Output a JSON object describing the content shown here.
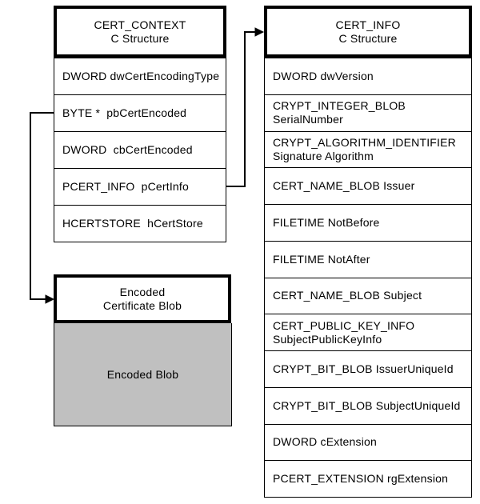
{
  "cert_context": {
    "title": [
      "CERT_CONTEXT",
      "C Structure"
    ],
    "fields": [
      "DWORD dwCertEncodingType",
      "BYTE *  pbCertEncoded",
      "DWORD  cbCertEncoded",
      "PCERT_INFO  pCertInfo",
      "HCERTSTORE  hCertStore"
    ]
  },
  "cert_info": {
    "title": [
      "CERT_INFO",
      "C Structure"
    ],
    "fields": [
      [
        "DWORD dwVersion",
        ""
      ],
      [
        "CRYPT_INTEGER_BLOB",
        "SerialNumber"
      ],
      [
        "CRYPT_ALGORITHM_IDENTIFIER",
        "Signature Algorithm"
      ],
      [
        "CERT_NAME_BLOB Issuer",
        ""
      ],
      [
        "FILETIME NotBefore",
        ""
      ],
      [
        "FILETIME NotAfter",
        ""
      ],
      [
        "CERT_NAME_BLOB Subject",
        ""
      ],
      [
        "CERT_PUBLIC_KEY_INFO",
        "SubjectPublicKeyInfo"
      ],
      [
        "CRYPT_BIT_BLOB IssuerUniqueId",
        ""
      ],
      [
        "CRYPT_BIT_BLOB SubjectUniqueId",
        ""
      ],
      [
        "DWORD cExtension",
        ""
      ],
      [
        "PCERT_EXTENSION rgExtension",
        ""
      ]
    ]
  },
  "encoded_blob": {
    "title": [
      "Encoded",
      "Certificate Blob"
    ],
    "body": "Encoded Blob"
  },
  "connectors": [
    {
      "from": "CERT_CONTEXT.pbCertEncoded",
      "to": "Encoded Certificate Blob"
    },
    {
      "from": "CERT_CONTEXT.pCertInfo",
      "to": "CERT_INFO"
    }
  ],
  "colors": {
    "line": "#000000",
    "blob_fill": "#c0c0c0",
    "background": "#ffffff"
  }
}
